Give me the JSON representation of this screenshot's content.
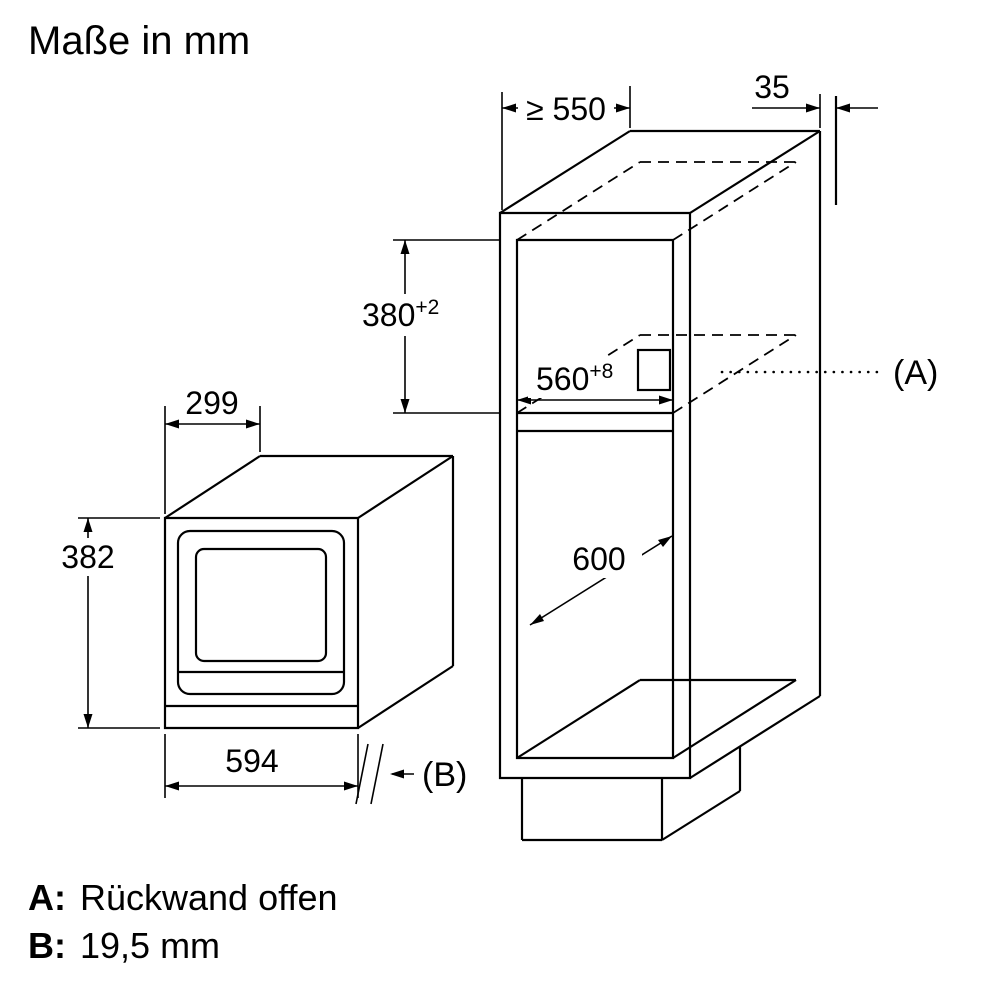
{
  "title": "Maße in mm",
  "cabinet": {
    "depth_min": "≥ 550",
    "rear_gap": "35",
    "niche_height": "380",
    "niche_height_tolerance": "+2",
    "niche_width": "560",
    "niche_width_tolerance": "+8",
    "base_depth": "600",
    "callout_a": "(A)"
  },
  "microwave": {
    "depth": "299",
    "height": "382",
    "width": "594",
    "callout_b": "(B)"
  },
  "legend": {
    "a_label": "A:",
    "a_text": "Rückwand offen",
    "b_label": "B:",
    "b_text": "19,5 mm"
  },
  "colors": {
    "line": "#000000",
    "background": "#ffffff"
  }
}
